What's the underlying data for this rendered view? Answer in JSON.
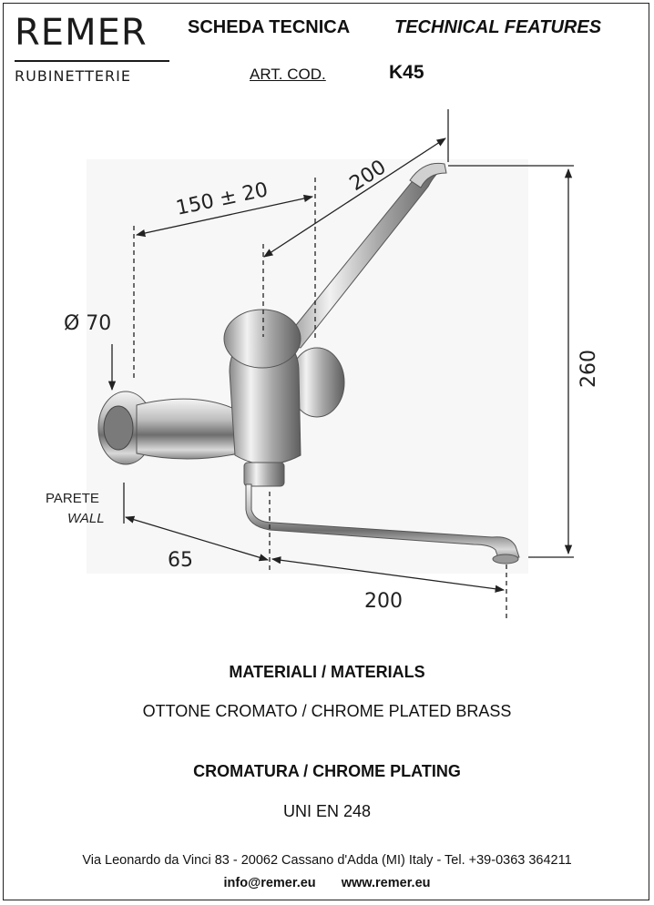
{
  "brand": {
    "name": "REMER",
    "subtitle": "RUBINETTERIE"
  },
  "header": {
    "sheet_it": "SCHEDA TECNICA",
    "sheet_en": "TECHNICAL FEATURES",
    "art_label": "ART. COD.",
    "art_code": "K45"
  },
  "drawing": {
    "dim_handle": "200",
    "dim_offset": "150 ± 20",
    "dim_diameter": "Ø 70",
    "dim_height": "260",
    "dim_wall": "65",
    "dim_spout": "200",
    "wall_it": "PARETE",
    "wall_en": "WALL"
  },
  "materials": {
    "heading": "MATERIALI / MATERIALS",
    "value": "OTTONE CROMATO / CHROME PLATED BRASS"
  },
  "plating": {
    "heading": "CROMATURA / CHROME PLATING",
    "value": "UNI EN 248"
  },
  "footer": {
    "address": "Via Leonardo da Vinci 83 - 20062 Cassano d'Adda (MI) Italy - Tel. +39-0363 364211",
    "email": "info@remer.eu",
    "website": "www.remer.eu"
  }
}
